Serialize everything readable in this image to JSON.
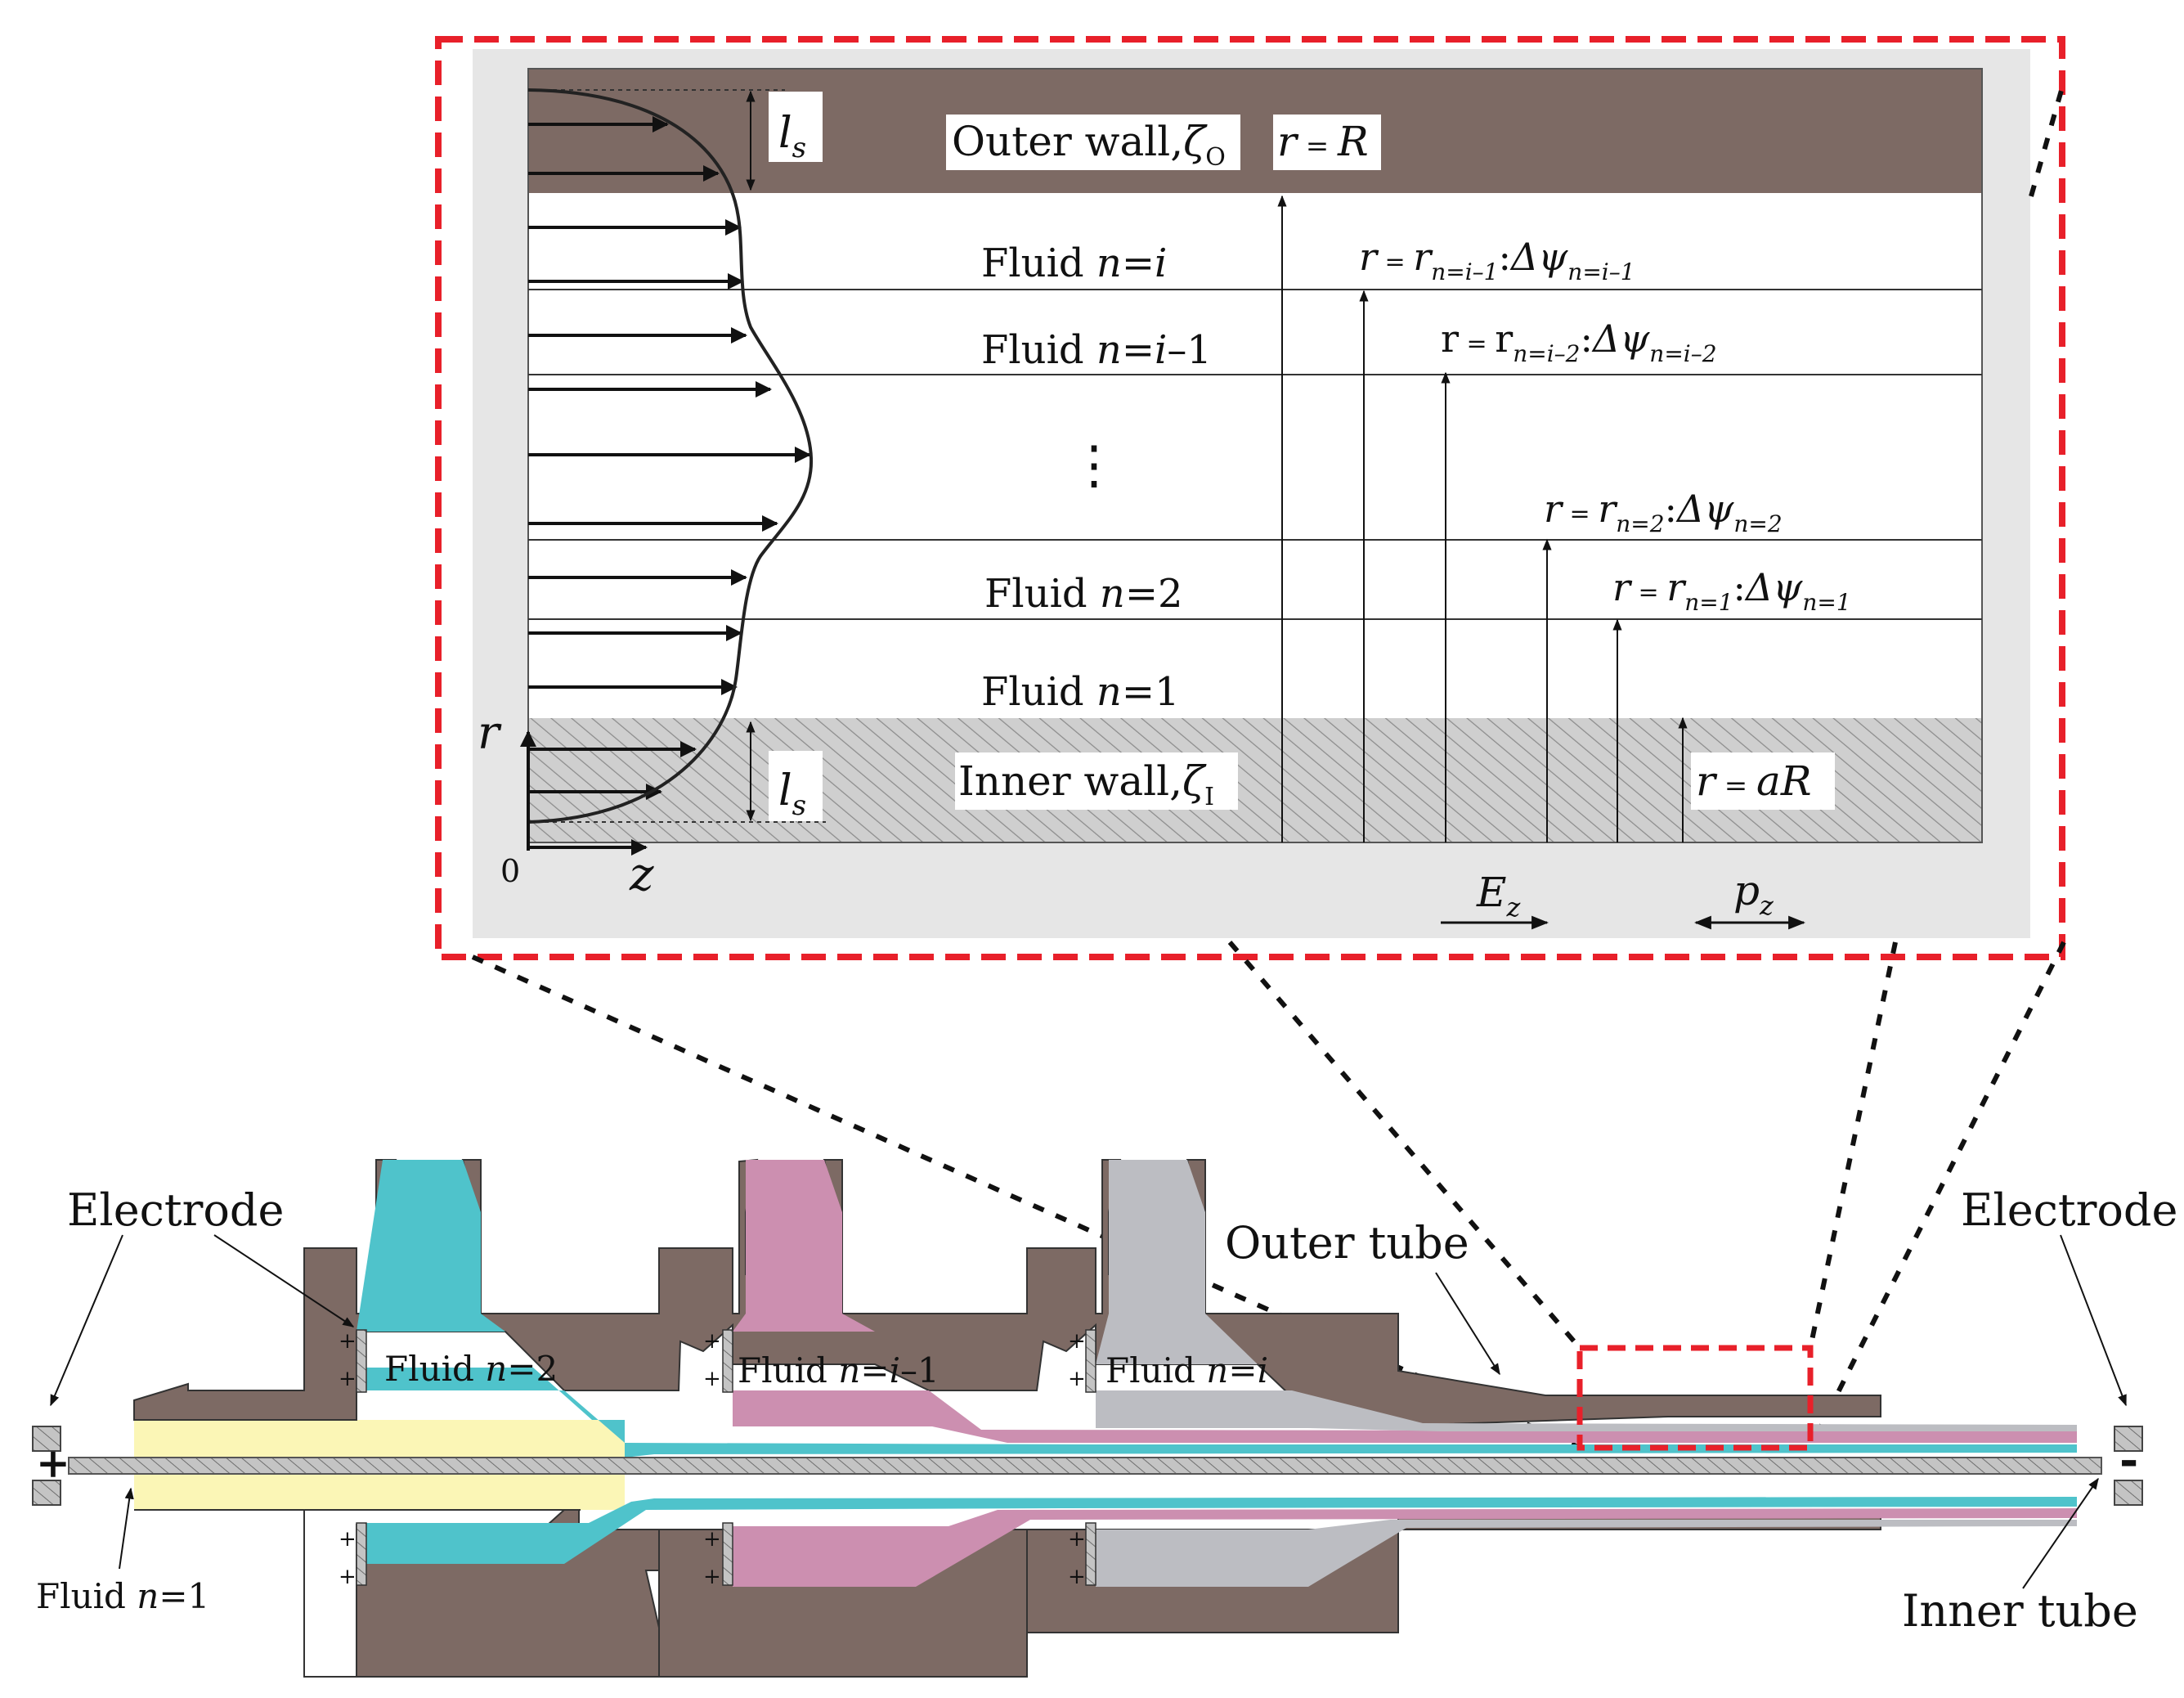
{
  "colors": {
    "wall_brown": "#7d6a64",
    "fluid1_yellow": "#fbf6b6",
    "fluid2_cyan": "#4fc3cb",
    "fluid_i1_pink": "#cc8fb0",
    "fluid_i_grey": "#bcbdc2",
    "inset_bg": "#e6e6e6",
    "zoom_box_red": "#e8202a",
    "inner_wall_hatch": "#9a9a9a"
  },
  "inset": {
    "outer_wall": {
      "text": "Outer wall,",
      "sym": "ζ",
      "sub": "O"
    },
    "inner_wall": {
      "text": "Inner wall,",
      "sym": "ζ",
      "sub": "I"
    },
    "slip_length": {
      "sym": "l",
      "sub": "s"
    },
    "r_R": {
      "r": "r",
      "eq": " = ",
      "R": "R"
    },
    "r_aR": {
      "r": "r",
      "eq": " = ",
      "aR": "aR"
    },
    "fluids": [
      {
        "pre": "Fluid ",
        "n": "n",
        "eq": "=",
        "idx": "i"
      },
      {
        "pre": "Fluid ",
        "n": "n",
        "eq": "=",
        "idx": "i",
        "suffix": "–1"
      },
      {
        "pre": "Fluid ",
        "n": "n",
        "eq": "=",
        "idx": "",
        "suffix": "2"
      },
      {
        "pre": "Fluid ",
        "n": "n",
        "eq": "=",
        "idx": "",
        "suffix": "1"
      }
    ],
    "ellipsis": "⋮",
    "interfaces": [
      {
        "r": "r",
        "eq": " = ",
        "rn": "r",
        "sub": "n=i–1",
        "colon": ":",
        "delta": "Δψ",
        "dsub": "n=i–1"
      },
      {
        "r": "r",
        "eq": " = ",
        "rn": "r",
        "sub": "n=i–2",
        "colon": ":",
        "delta": "Δψ",
        "dsub": "n=i–2"
      },
      {
        "r": "r",
        "eq": " = ",
        "rn": "r",
        "sub": "n=2",
        "colon": ":",
        "delta": "Δψ",
        "dsub": "n=2"
      },
      {
        "r": "r",
        "eq": " = ",
        "rn": "r",
        "sub": "n=1",
        "colon": ":",
        "delta": "Δψ",
        "dsub": "n=1"
      }
    ],
    "axis_r": "r",
    "axis_z": "z",
    "origin": "0",
    "Ez": {
      "sym": "E",
      "sub": "z"
    },
    "pz": {
      "sym": "p",
      "sub": "z"
    }
  },
  "device": {
    "electrode_left": "Electrode",
    "electrode_right": "Electrode",
    "outer_tube": "Outer tube",
    "inner_tube": "Inner tube",
    "plus": "+",
    "minus": "-",
    "fluid1": {
      "pre": "Fluid ",
      "n": "n",
      "rest": "=1"
    },
    "chambers": [
      {
        "pre": "Fluid ",
        "n": "n",
        "rest": "=2"
      },
      {
        "pre": "Fluid ",
        "n": "n",
        "rest": "=",
        "i": "i",
        "tail": "–1"
      },
      {
        "pre": "Fluid ",
        "n": "n",
        "rest": "=",
        "i": "i",
        "tail": ""
      }
    ],
    "charge": "+"
  }
}
